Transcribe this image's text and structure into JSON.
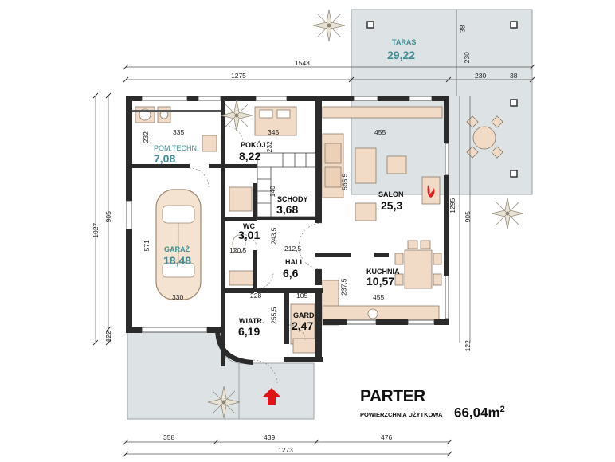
{
  "title": {
    "name": "PARTER",
    "subtitle": "POWIERZCHNIA UŻYTKOWA",
    "area_value": "66,04m",
    "area_unit": "2"
  },
  "rooms": {
    "taras": {
      "name": "TARAS",
      "area": "29,22"
    },
    "pom_techn": {
      "name": "POM.TECHN.",
      "area": "7,08"
    },
    "pokoj": {
      "name": "POKÓJ",
      "area": "8,22"
    },
    "schody": {
      "name": "SCHODY",
      "area": "3,68"
    },
    "salon": {
      "name": "SALON",
      "area": "25,3"
    },
    "wc": {
      "name": "WC",
      "area": "3,01"
    },
    "garaz": {
      "name": "GARAŻ",
      "area": "18,48"
    },
    "hall": {
      "name": "HALL",
      "area": "6,6"
    },
    "kuchnia": {
      "name": "KUCHNIA",
      "area": "10,57"
    },
    "wiatr": {
      "name": "WIATR.",
      "area": "6,19"
    },
    "gard": {
      "name": "GARD.",
      "area": "2,47"
    }
  },
  "dimensions": {
    "top_total": "1543",
    "top_inner": "1275",
    "top_right_a": "230",
    "top_right_b": "38",
    "taras_v_a": "38",
    "taras_v_b": "230",
    "left_outer": "1027",
    "left_inner": "905",
    "left_bottom": "122",
    "right_outer": "1295",
    "right_inner": "905",
    "right_bottom": "122",
    "bottom_a": "358",
    "bottom_b": "439",
    "bottom_c": "476",
    "bottom_total": "1273",
    "int_335": "335",
    "int_232": "232",
    "int_345": "345",
    "int_232b": "232",
    "int_455_top": "455",
    "int_565_5": "565,5",
    "int_140": "140",
    "int_571": "571",
    "int_243_5": "243,5",
    "int_120_5": "120,5",
    "int_212_5": "212,5",
    "int_237_5": "237,5",
    "int_455_bottom": "455",
    "int_330": "330",
    "int_228": "228",
    "int_105": "105",
    "int_255_5": "255,5"
  },
  "icons": {
    "entrance": "entrance-arrow-icon",
    "fireplace": "fireplace-icon",
    "plant": "plant-icon",
    "car": "car-icon"
  },
  "colors": {
    "wall": "#2b2b2b",
    "terrace": "#dde2e4",
    "teal": "#3f8c92",
    "furniture": "#f1dbc6",
    "arrow": "#e01414"
  }
}
